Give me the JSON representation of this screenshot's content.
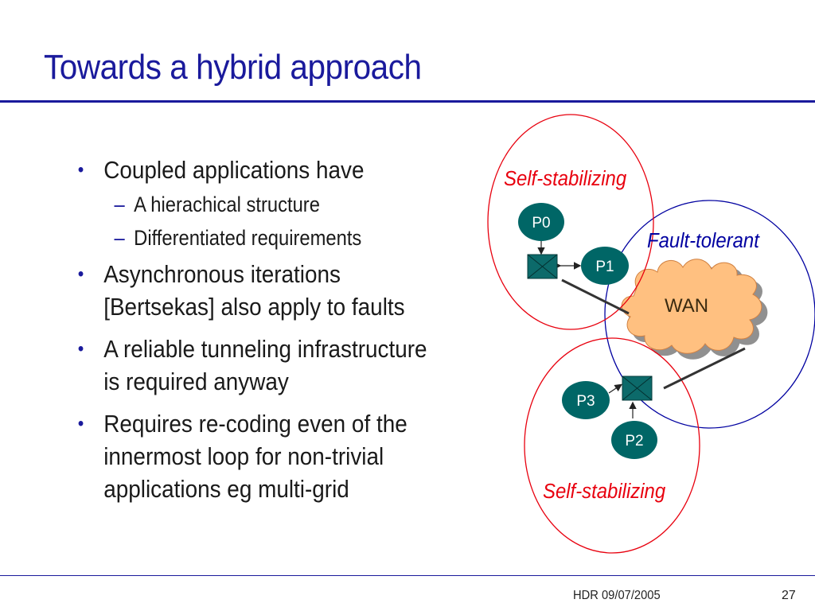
{
  "slide": {
    "title": "Towards a hybrid approach",
    "bullets": [
      {
        "text_lines": [
          "Coupled applications have"
        ],
        "sub": [
          "A hierachical structure",
          "Differentiated requirements"
        ]
      },
      {
        "text_lines": [
          "Asynchronous iterations",
          "[Bertsekas] also apply to faults"
        ],
        "sub": []
      },
      {
        "text_lines": [
          "A reliable tunneling infrastructure",
          "is required anyway"
        ],
        "sub": []
      },
      {
        "text_lines": [
          "Requires re-coding even of the",
          "innermost loop for non-trivial",
          "applications eg multi-grid"
        ],
        "sub": []
      }
    ],
    "bullet_glyph": "•",
    "sub_glyph": "–"
  },
  "diagram": {
    "label_self_stab_top": "Self-stabilizing",
    "label_self_stab_bottom": "Self-stabilizing",
    "label_fault_tolerant": "Fault-tolerant",
    "cloud_label": "WAN",
    "nodes": {
      "p0": "P0",
      "p1": "P1",
      "p2": "P2",
      "p3": "P3"
    },
    "colors": {
      "self_stab": "#e8000e",
      "fault_tolerant": "#0000a0",
      "node_fill": "#006666",
      "cloud": "#ffc080"
    }
  },
  "footer": {
    "date": "HDR 09/07/2005",
    "page": "27"
  }
}
